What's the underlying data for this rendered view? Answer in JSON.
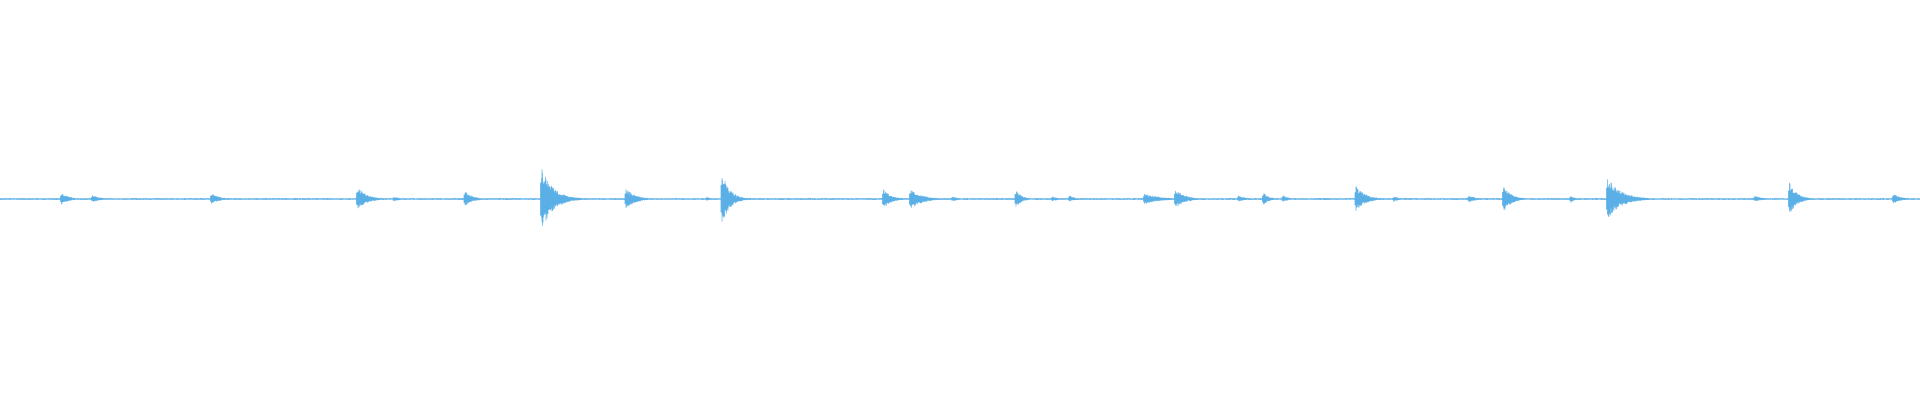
{
  "waveform": {
    "color": "#5aafe6",
    "background": "#ffffff",
    "peaks": [
      {
        "t": 0.032,
        "up": 0.09,
        "down": 0.08,
        "decay": 0.004
      },
      {
        "t": 0.048,
        "up": 0.06,
        "down": 0.05,
        "decay": 0.004
      },
      {
        "t": 0.11,
        "up": 0.09,
        "down": 0.08,
        "decay": 0.004
      },
      {
        "t": 0.186,
        "up": 0.18,
        "down": 0.16,
        "decay": 0.005
      },
      {
        "t": 0.205,
        "up": 0.04,
        "down": 0.04,
        "decay": 0.003
      },
      {
        "t": 0.242,
        "up": 0.12,
        "down": 0.11,
        "decay": 0.004
      },
      {
        "t": 0.282,
        "up": 0.46,
        "down": 0.47,
        "decay": 0.006
      },
      {
        "t": 0.298,
        "up": 0.04,
        "down": 0.04,
        "decay": 0.003
      },
      {
        "t": 0.326,
        "up": 0.15,
        "down": 0.14,
        "decay": 0.005
      },
      {
        "t": 0.368,
        "up": 0.04,
        "down": 0.03,
        "decay": 0.002
      },
      {
        "t": 0.376,
        "up": 0.4,
        "down": 0.38,
        "decay": 0.004
      },
      {
        "t": 0.46,
        "up": 0.15,
        "down": 0.15,
        "decay": 0.004
      },
      {
        "t": 0.474,
        "up": 0.15,
        "down": 0.16,
        "decay": 0.006
      },
      {
        "t": 0.496,
        "up": 0.04,
        "down": 0.04,
        "decay": 0.003
      },
      {
        "t": 0.529,
        "up": 0.14,
        "down": 0.13,
        "decay": 0.003
      },
      {
        "t": 0.548,
        "up": 0.04,
        "down": 0.04,
        "decay": 0.003
      },
      {
        "t": 0.557,
        "up": 0.05,
        "down": 0.04,
        "decay": 0.003
      },
      {
        "t": 0.596,
        "up": 0.08,
        "down": 0.08,
        "decay": 0.008
      },
      {
        "t": 0.612,
        "up": 0.15,
        "down": 0.14,
        "decay": 0.005
      },
      {
        "t": 0.645,
        "up": 0.05,
        "down": 0.04,
        "decay": 0.004
      },
      {
        "t": 0.658,
        "up": 0.09,
        "down": 0.09,
        "decay": 0.003
      },
      {
        "t": 0.668,
        "up": 0.06,
        "down": 0.05,
        "decay": 0.003
      },
      {
        "t": 0.706,
        "up": 0.19,
        "down": 0.18,
        "decay": 0.005
      },
      {
        "t": 0.726,
        "up": 0.04,
        "down": 0.04,
        "decay": 0.003
      },
      {
        "t": 0.765,
        "up": 0.05,
        "down": 0.05,
        "decay": 0.004
      },
      {
        "t": 0.783,
        "up": 0.2,
        "down": 0.19,
        "decay": 0.004
      },
      {
        "t": 0.818,
        "up": 0.06,
        "down": 0.06,
        "decay": 0.002
      },
      {
        "t": 0.837,
        "up": 0.32,
        "down": 0.3,
        "decay": 0.007
      },
      {
        "t": 0.914,
        "up": 0.05,
        "down": 0.04,
        "decay": 0.004
      },
      {
        "t": 0.932,
        "up": 0.24,
        "down": 0.23,
        "decay": 0.004
      },
      {
        "t": 0.986,
        "up": 0.08,
        "down": 0.07,
        "decay": 0.004
      }
    ]
  }
}
